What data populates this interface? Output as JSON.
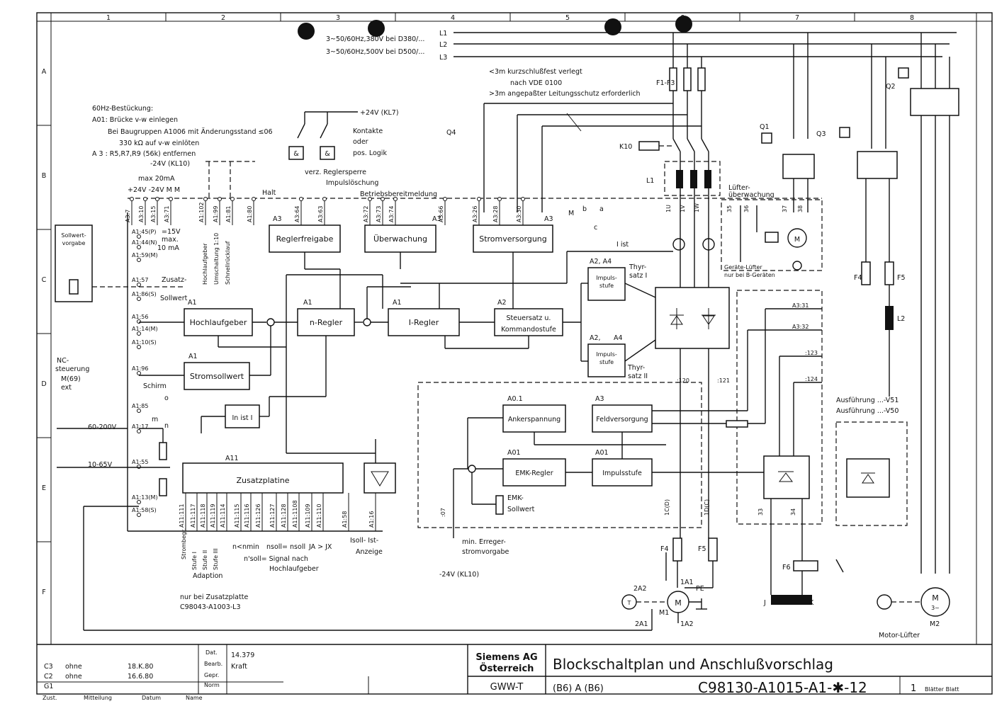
{
  "columns": [
    "1",
    "2",
    "3",
    "4",
    "5",
    "6",
    "7",
    "8"
  ],
  "rows": [
    "A",
    "B",
    "C",
    "D",
    "E",
    "F"
  ],
  "supply": {
    "line1": "3~50/60Hz,380V  bei D380/...",
    "line2": "3~50/60Hz,500V  bei D500/...",
    "phases": [
      "L1",
      "L2",
      "L3"
    ]
  },
  "notes": {
    "short1": "<3m  kurzschlußfest verlegt",
    "short2": "nach VDE 0100",
    "long": ">3m angepaßter Leitungsschutz erforderlich",
    "hz60_title": "60Hz-Bestückung:",
    "hz60_a01": "A01: Brücke v-w einlegen",
    "hz60_bei": "Bei Baugruppen A1006 mit Änderungsstand ≤06",
    "hz60_ohm": "330 kΩ auf v-w einlöten",
    "hz60_a3": "A 3 : R5,R7,R9 (56k) entfernen",
    "minus24": "-24V (KL10)",
    "plus24": "+24V (KL7)",
    "kontakte": "Kontakte",
    "oder": "oder",
    "poslogik": "pos. Logik",
    "verz": "verz. Reglersperre",
    "impuls": "Impulslöschung",
    "betrieb": "Betriebsbereitmeldung",
    "halt": "Halt",
    "max20": "max 20mA",
    "supplies": "+24V -24V   M     M",
    "p15": "=15V",
    "max10": "max.",
    "ma10": "10 mA",
    "zusatz": "Zusatz-",
    "sollwert_s": "Sollwert",
    "nc": "NC-",
    "steuerung": "steuerung",
    "m69": "M(69)",
    "ext": "ext",
    "schirm": "Schirm",
    "v60200": "60-200V",
    "v1065": "10-65V",
    "luefter1": "Lüfter-",
    "luefter2": "überwachung",
    "geraete1": "Geräte-Lüfter",
    "geraete2": "nur bei B-Geräten",
    "ausf51": "Ausführung ...-V51",
    "ausf50": "Ausführung ...-V50",
    "emk1": "EMK-",
    "emk2": "Sollwert",
    "minerr1": "min. Erreger-",
    "minerr2": "stromvorgabe",
    "kl10": "-24V (KL10)",
    "adaption": "Adaption",
    "nur1": "nur bei Zusatzplatte",
    "nur2": "C98043-A1003-L3",
    "nlt": "n<nmin",
    "nsoll": "nsoll= nsoll",
    "ja": "JA > JX",
    "nsoll2": "n'soll= Signal nach",
    "hochl": "Hochlaufgeber",
    "isoll": "Isoll- Ist-",
    "anzeige": "Anzeige",
    "motorluefter": "Motor-Lüfter",
    "thyr1": "Thyr-",
    "satz1": "satz I",
    "satz2": "satz II",
    "iist": "I ist",
    "stufen": [
      "Strombegr.",
      "Stufe I",
      "Stufe II",
      "Stufe III"
    ],
    "vert": [
      "Hochlaufgeber",
      "Umschaltung 1:10",
      "Schnellrücklauf"
    ]
  },
  "blocks": {
    "sollwertvorgabe": "Sollwert-\nvorgabe",
    "reglerfreigabe": "Reglerfreigabe",
    "ueberwachung": "Überwachung",
    "stromversorgung": "Stromversorgung",
    "hochlaufgeber": "Hochlaufgeber",
    "nregler": "n-Regler",
    "iregler": "I-Regler",
    "steuersatz1": "Steuersatz u.",
    "steuersatz2": "Kommandostufe",
    "impulsstufe1": "Impuls-\nstufe",
    "impulsstufe2": "Impuls-\nstufe",
    "stromsollwert": "Stromsollwert",
    "inist": "In ist I",
    "zusatzplatine": "Zusatzplatine",
    "ankerspannung": "Ankerspannung",
    "feldversorgung": "Feldversorgung",
    "emkregler": "EMK-Regler",
    "impulsstufe3": "Impulsstufe"
  },
  "module_labels": {
    "a3a": "A3",
    "a3b": "A3",
    "a3c": "A3",
    "a1a": "A1",
    "a1b": "A1",
    "a1c": "A1",
    "a1d": "A1",
    "a2": "A2",
    "a24a": "A2, A4",
    "a24b": "A2,",
    "a4b": "A4",
    "a01a": "A0.1",
    "a01b": "A01",
    "a01c": "A01",
    "a3d": "A3",
    "a11": "A11"
  },
  "terminals_top": [
    "A3:7",
    "A3:10",
    "A3:15",
    "A3:71",
    "A1:102",
    "A1:99",
    "A1:81",
    "A1:80",
    "A3:64",
    "A3:63",
    "A3:72",
    "A3:73",
    "A3:74",
    "A3:66",
    "A3:26",
    "A3:28",
    "A3:30"
  ],
  "terminals_left": [
    "A1:45(P)",
    "A1:44(N)",
    "A1:59(M)",
    "A1:57",
    "A1:86(S)",
    "A1:56",
    "A1:14(M)",
    "A1:10(S)",
    "A1:96",
    "A1:85",
    "A1:17",
    "A1:55",
    "A1:13(M)",
    "A1:58(S)"
  ],
  "terminals_bottom": [
    "A11:111",
    "A11:117",
    "A11:118",
    "A11:119",
    "A11:114",
    "A11:115",
    "A11:116",
    "A11:126",
    "A11:127",
    "A11:128",
    "A11:1108",
    "A11:109",
    "A11:110",
    "A1:58",
    "A1:16"
  ],
  "terminals_right": [
    "A3:31",
    "A3:32",
    ":123",
    ":124",
    ":120",
    ":121",
    "1U",
    "1V",
    "1W",
    "35",
    "36",
    "37",
    "38",
    "33",
    "34",
    "1C(D)",
    "1D(C)",
    ":07"
  ],
  "components": [
    "F1-F3",
    "K10",
    "L1",
    "Q1",
    "Q2",
    "Q3",
    "Q4",
    "F4",
    "F5",
    "L2",
    "F6",
    "M1",
    "M2",
    "1A1",
    "1A2",
    "2A1",
    "2A2",
    "PE",
    "J",
    "K",
    "M",
    "a",
    "b",
    "c",
    "o",
    "m",
    "n"
  ],
  "titleblock": {
    "rows": [
      {
        "z": "C3",
        "text": "ohne",
        "date": "18.K.80"
      },
      {
        "z": "C2",
        "text": "ohne",
        "date": "16.6.80"
      },
      {
        "z": "G1",
        "text": "",
        "date": ""
      }
    ],
    "hdr": [
      "Zust.",
      "Mitteilung",
      "Datum",
      "Name"
    ],
    "dat_label": "Dat.",
    "dat": "14.379",
    "bearb": "Bearb.",
    "bearb_name": "Kraft",
    "gepr": "Gepr.",
    "norm": "Norm",
    "company1": "Siemens AG",
    "company2": "Österreich",
    "dept": "GWW-T",
    "title": "Blockschaltplan und Anschlußvorschlag",
    "variant": "(B6) A (B6)",
    "docno": "C98130-A1015-A1-✱-12",
    "sheet": "1",
    "blatt": "Blätter  Blatt"
  }
}
